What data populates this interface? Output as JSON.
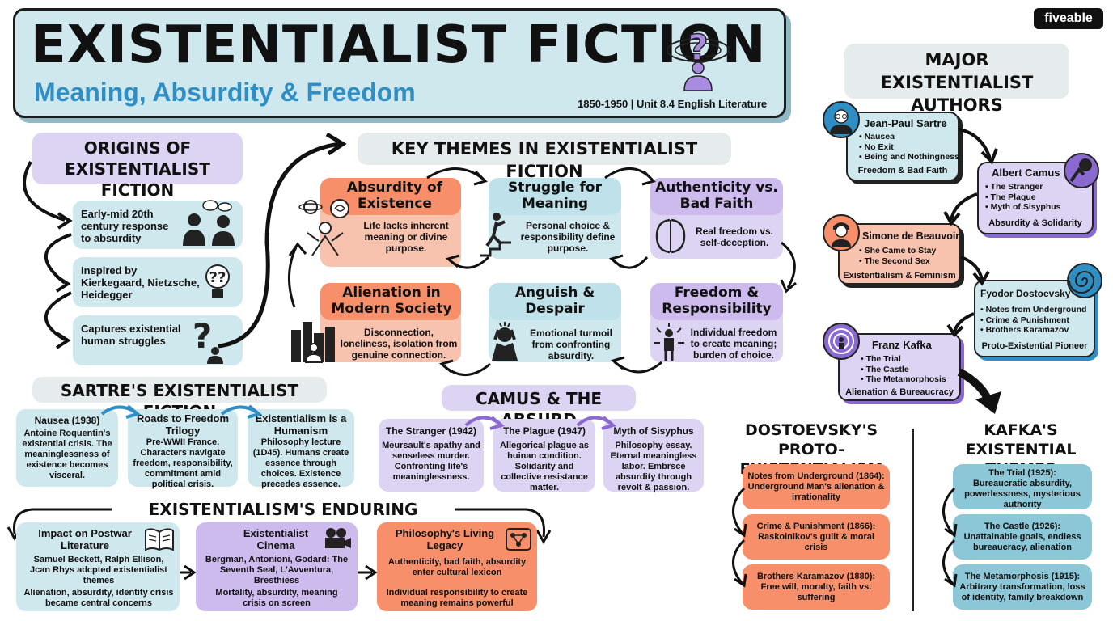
{
  "header": {
    "title": "EXISTENTIALIST FICTION",
    "subtitle": "Meaning, Absurdity & Freedom",
    "meta": "1850-1950 | Unit 8.4 English Literature",
    "brand": "fiveable"
  },
  "origins": {
    "title": "ORIGINS OF EXISTENTIALIST FICTION",
    "items": [
      "Early-mid 20th century response to absurdity",
      "Inspired by Kierkegaard, Nietzsche, Heidegger",
      "Captures existential human struggles"
    ]
  },
  "themes": {
    "title": "KEY THEMES IN EXISTENTIALIST FICTION",
    "items": [
      {
        "title": "Absurdity of Existence",
        "desc": "Life lacks inherent meaning or divine purpose."
      },
      {
        "title": "Struggle for Meaning",
        "desc": "Personal choice & responsibility define purpose."
      },
      {
        "title": "Authenticity vs. Bad Faith",
        "desc": "Real freedom vs. self-deception."
      },
      {
        "title": "Alienation in Modern Society",
        "desc": "Disconnection, loneliness, isolation from genuine connection."
      },
      {
        "title": "Anguish & Despair",
        "desc": "Emotional turmoil from confronting absurdity."
      },
      {
        "title": "Freedom & Responsibility",
        "desc": "Individual freedom to create meaning; burden of choice."
      }
    ]
  },
  "sartre": {
    "title": "SARTRE'S EXISTENTIALIST FICTION",
    "items": [
      {
        "title": "Nausea (1938)",
        "desc": "Antoine Roquentin's existential crisis. The meaninglessness of existence becomes visceral."
      },
      {
        "title": "Roads to Freedom Trilogy",
        "desc": "Pre-WWII France. Characters navigate freedom, responsibility, commitment amid political crisis."
      },
      {
        "title": "Existentialism is a Humanism",
        "desc": "Philosophy lecture (1D45). Humans create essence through choices. Existence precedes essence."
      }
    ]
  },
  "camus": {
    "title": "CAMUS & THE ABSURD",
    "items": [
      {
        "title": "The Stranger (1942)",
        "desc": "Meursault's apathy and senseless murder. Confronting life's meaninglessness."
      },
      {
        "title": "The Plague (1947)",
        "desc": "Allegorical plague as huinan condition. Solidarity and collective resistance matter."
      },
      {
        "title": "Myth of Sisyphus",
        "desc": "Philosophy essay. Eternal meaningless labor. Embrsce absurdity through revolt & passion."
      }
    ]
  },
  "influence": {
    "title": "EXISTENTIALISM'S ENDURING INFLUENCE",
    "items": [
      {
        "title": "Impact on Postwar Literature",
        "desc": "Samuel Beckett, Ralph Ellison, Jcan Rhys adcpted existentialist themes",
        "desc2": "Alienation, absurdity, identity crisis became central concerns"
      },
      {
        "title": "Existentialist Cinema",
        "desc": "Bergman, Antonioni, Godard: The Seventh Seal, L'Avventura, Bresthiess",
        "desc2": "Mortality, absurdity, meaning crisis on screen"
      },
      {
        "title": "Philosophy's Living Legacy",
        "desc": "Authenticity, bad faith, absurdity enter cultural lexicon",
        "desc2": "Individual responsibility to create meaning remains powerful"
      }
    ]
  },
  "authors": {
    "title": "MAJOR EXISTENTIALIST AUTHORS",
    "items": [
      {
        "name": "Jean-Paul Sartre",
        "works": [
          "Nausea",
          "No Exit",
          "Being and Nothingness"
        ],
        "tag": "Freedom & Bad Faith"
      },
      {
        "name": "Albert Camus",
        "works": [
          "The Stranger",
          "The Plague",
          "Myth of Sisyphus"
        ],
        "tag": "Absurdity & Solidarity"
      },
      {
        "name": "Simone de Beauvoir",
        "works": [
          "She Came to Stay",
          "The Second Sex"
        ],
        "tag": "Existentialism & Feminism"
      },
      {
        "name": "Fyodor Dostoevsky",
        "works": [
          "Notes from Underground",
          "Crime & Punishment",
          "Brothers Karamazov"
        ],
        "tag": "Proto-Existential Pioneer"
      },
      {
        "name": "Franz Kafka",
        "works": [
          "The Trial",
          "The Castle",
          "The Metamorphosis"
        ],
        "tag": "Alienation & Bureaucracy"
      }
    ]
  },
  "dostoevsky": {
    "title": "DOSTOEVSKY'S PROTO-EXISTENTIALISM",
    "items": [
      {
        "title": "Notes from Underground (1864):",
        "desc": "Underground Man's alienation & irrationality"
      },
      {
        "title": "Crime & Punishment (1866):",
        "desc": "Raskolnikov's guilt & moral crisis"
      },
      {
        "title": "Brothers Karamazov (1880):",
        "desc": "Free will, moralty, faith vs. suffering"
      }
    ]
  },
  "kafka": {
    "title": "KAFKA'S EXISTENTIAL THEMES",
    "items": [
      {
        "title": "The Trial (1925):",
        "desc": "Bureaucratic absurdity, powerlessness, mysterious authority"
      },
      {
        "title": "The Castle (1926):",
        "desc": "Unattainable goals, endless bureaucracy, alienation"
      },
      {
        "title": "The Metamorphosis (1915):",
        "desc": "Arbitrary transformation, loss of identity, family breakdown"
      }
    ]
  },
  "colors": {
    "blue": "#cfe8ee",
    "purple": "#ddd3f2",
    "salmon": "#f7c2ae",
    "orange": "#f7906a",
    "title_blue": "#2f8fc4"
  }
}
